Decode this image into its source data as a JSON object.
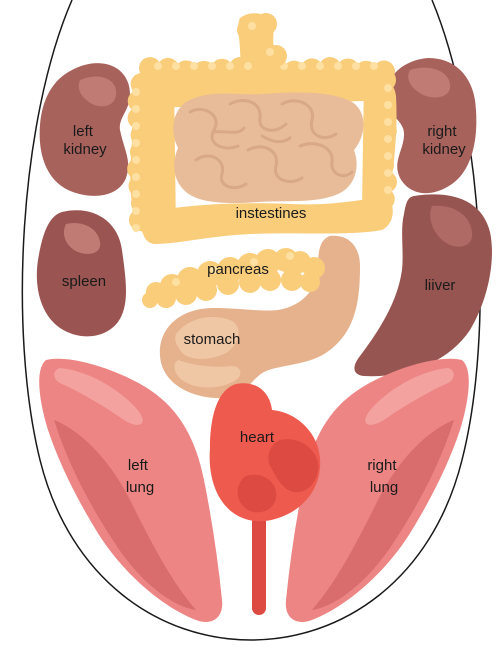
{
  "diagram": {
    "labels": {
      "left_kidney": [
        "left",
        "kidney"
      ],
      "right_kidney": [
        "right",
        "kidney"
      ],
      "intestines": "instestines",
      "spleen": "spleen",
      "pancreas": "pancreas",
      "liver": "liiver",
      "stomach": "stomach",
      "heart": "heart",
      "left_lung": [
        "left",
        "lung"
      ],
      "right_lung": [
        "right",
        "lung"
      ]
    },
    "colors": {
      "body_outline": "#1a1a1a",
      "body_fill": "#ffffff",
      "kidney": "#a8625c",
      "kidney_highlight": "#c07b74",
      "spleen": "#9a5552",
      "liver": "#975552",
      "liver_highlight": "#b06a66",
      "intestine_frame": "#f9cd7a",
      "intestine_frame_light": "#fde0a2",
      "small_intestine": "#e8bc98",
      "small_intestine_shade": "#d9a887",
      "stomach": "#e6b28d",
      "stomach_light": "#f0c7a5",
      "pancreas": "#f9cd7a",
      "heart": "#ef5a4f",
      "heart_dark": "#dc4a41",
      "lung": "#ec8584",
      "lung_light": "#f3a2a0",
      "lung_shadow": "#d96d6e"
    }
  }
}
